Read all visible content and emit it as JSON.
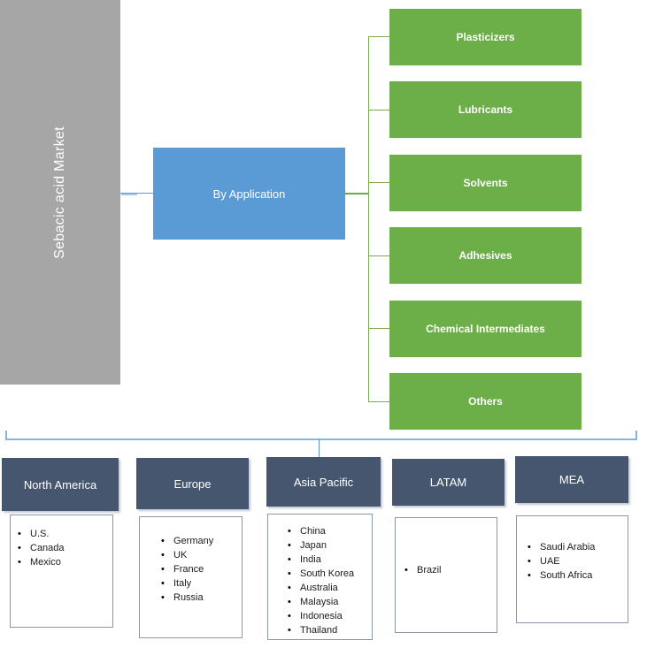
{
  "root": {
    "label": "Sebacic acid Market",
    "color": "#a6a6a6"
  },
  "segment": {
    "label": "By Application",
    "color": "#5b9bd5"
  },
  "applications": {
    "color": "#6cae47",
    "items": [
      {
        "label": "Plasticizers"
      },
      {
        "label": "Lubricants"
      },
      {
        "label": "Solvents"
      },
      {
        "label": "Adhesives"
      },
      {
        "label": "Chemical Intermediates"
      },
      {
        "label": "Others"
      }
    ]
  },
  "regions": {
    "header_color": "#46566e",
    "connector_color": "#8cb3de",
    "items": [
      {
        "name": "North America",
        "countries": [
          "U.S.",
          "Canada",
          "Mexico"
        ]
      },
      {
        "name": "Europe",
        "countries": [
          "Germany",
          "UK",
          "France",
          "Italy",
          "Russia"
        ]
      },
      {
        "name": "Asia Pacific",
        "countries": [
          "China",
          "Japan",
          "India",
          "South Korea",
          "Australia",
          "Malaysia",
          "Indonesia",
          "Thailand"
        ]
      },
      {
        "name": "LATAM",
        "countries": [
          "Brazil"
        ]
      },
      {
        "name": "MEA",
        "countries": [
          "Saudi Arabia",
          "UAE",
          "South Africa"
        ]
      }
    ]
  }
}
